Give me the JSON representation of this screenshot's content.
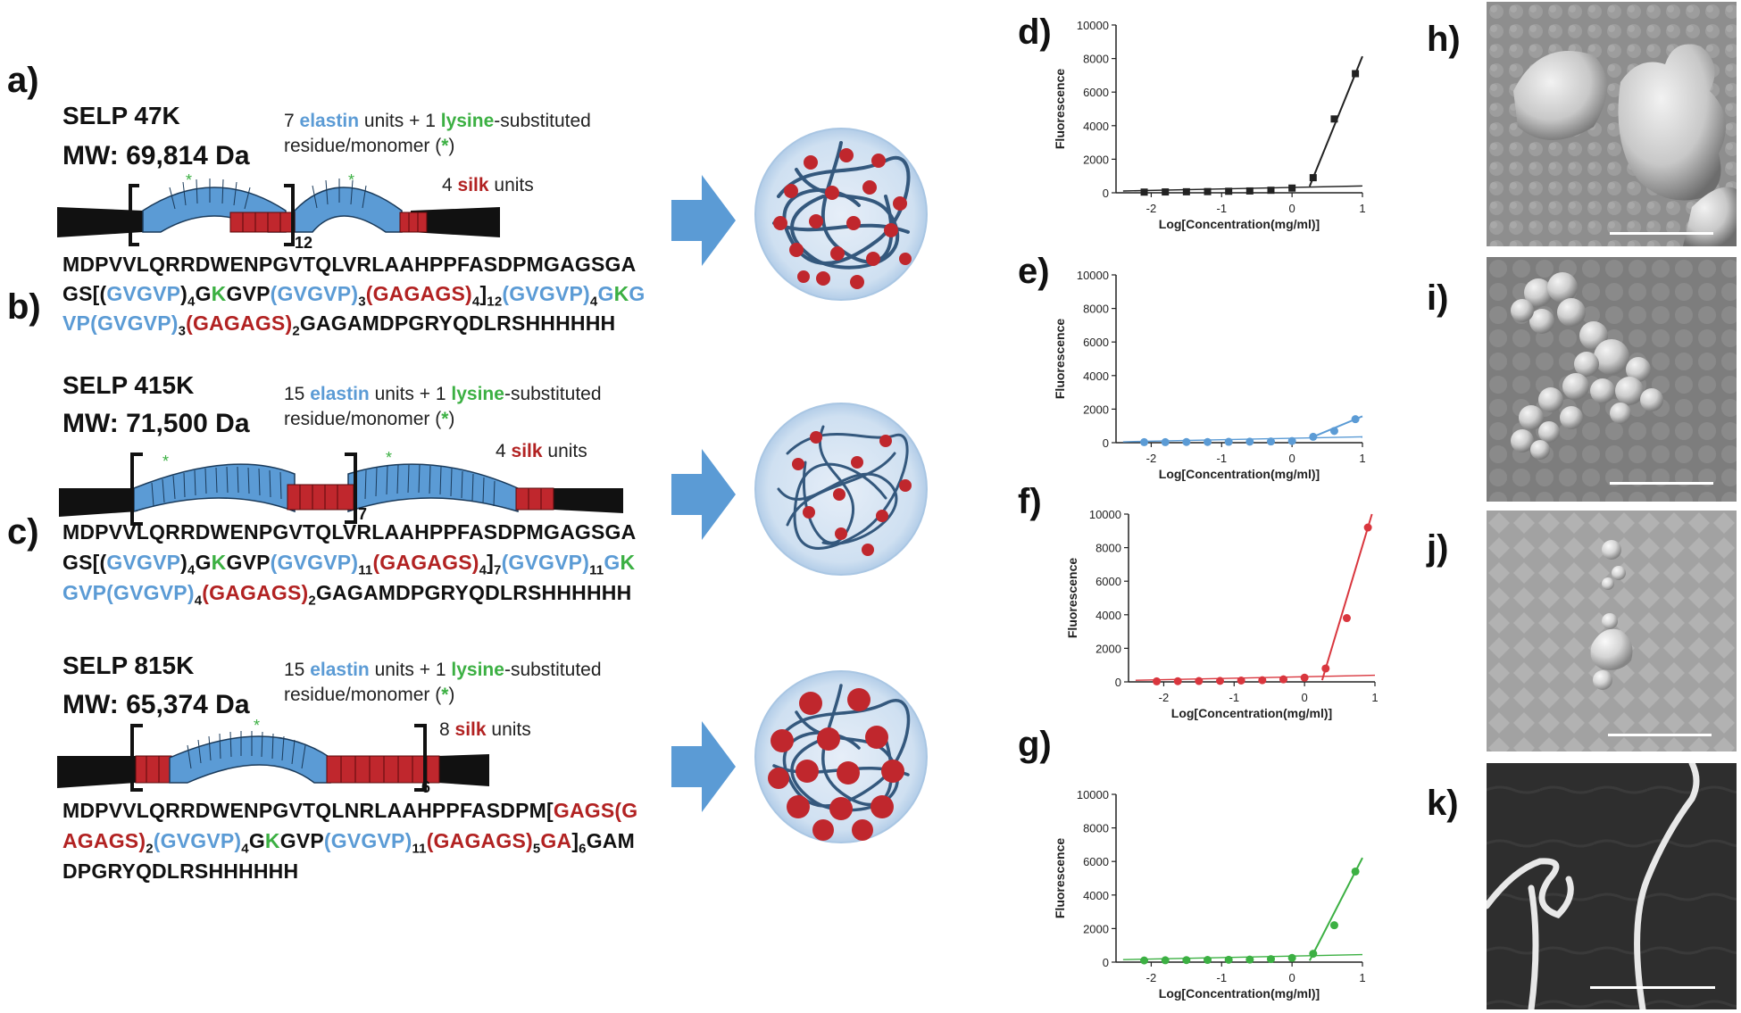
{
  "panels": {
    "a": {
      "letter": "a)",
      "name": "SELP 47K",
      "mw": "MW: 69,814 Da",
      "desc_n": "7",
      "desc_elastin": "elastin",
      "desc_mid": "units + 1",
      "desc_lysine": "lysine",
      "desc_tail": "-substituted",
      "desc_line2": "residue/monomer (",
      "desc_star": "*",
      "desc_close": ")",
      "silk_n": "4",
      "silk_word": "silk",
      "silk_units": "units",
      "repeat": "12"
    },
    "b": {
      "letter": "b)",
      "name": "SELP 415K",
      "mw": "MW: 71,500 Da",
      "desc_n": "15",
      "desc_elastin": "elastin",
      "desc_mid": "units + 1",
      "desc_lysine": "lysine",
      "desc_tail": "-substituted",
      "desc_line2": "residue/monomer (",
      "desc_star": "*",
      "desc_close": ")",
      "silk_n": "4",
      "silk_word": "silk",
      "silk_units": "units",
      "repeat": "7"
    },
    "c": {
      "letter": "c)",
      "name": "SELP 815K",
      "mw": "MW: 65,374 Da",
      "desc_n": "15",
      "desc_elastin": "elastin",
      "desc_mid": "units + 1",
      "desc_lysine": "lysine",
      "desc_tail": "-substituted",
      "desc_line2": "residue/monomer (",
      "desc_star": "*",
      "desc_close": ")",
      "silk_n": "8",
      "silk_word": "silk",
      "silk_units": "units",
      "repeat": "6"
    }
  },
  "sequences": {
    "a1": "MDPVVLQRRDWENPGVTQLVRLAAHPPFASDPMGAGSGA",
    "a2_1": "GS[(",
    "a2_2": "GVGVP",
    "a2_3": ")",
    "a2_4": "4",
    "a2_5": "G",
    "a2_6": "K",
    "a2_7": "GVP",
    "a2_8": "(GVGVP)",
    "a2_9": "3",
    "a2_10": "(GAGAGS)",
    "a2_11": "4",
    "a2_12": "]",
    "a2_13": "12",
    "a2_14": "(GVGVP)",
    "a2_15": "4",
    "a2_16": "G",
    "a2_17": "K",
    "a2_18": "G",
    "a3_1": "VP",
    "a3_2": "(GVGVP)",
    "a3_3": "3",
    "a3_4": "(GAGAGS)",
    "a3_5": "2",
    "a3_6": "GAGAMDPGRYQDLRSHHHHHH",
    "b1": "MDPVVLQRRDWENPGVTQLVRLAAHPPFASDPMGAGSGA",
    "b2_1": "GS[(",
    "b2_2": "GVGVP",
    "b2_3": ")",
    "b2_4": "4",
    "b2_5": "G",
    "b2_6": "K",
    "b2_7": "GVP",
    "b2_8": "(GVGVP)",
    "b2_9": "11",
    "b2_10": "(GAGAGS)",
    "b2_11": "4",
    "b2_12": "]",
    "b2_13": "7",
    "b2_14": "(GVGVP)",
    "b2_15": "11",
    "b2_16": "G",
    "b2_17": "K",
    "b3_1": "GVP",
    "b3_2": "(GVGVP)",
    "b3_3": "4",
    "b3_4": "(GAGAGS)",
    "b3_5": "2",
    "b3_6": "GAGAMDPGRYQDLRSHHHHHH",
    "c1_1": "MDPVVLQRRDWENPGVTQLNRLAAHPPFASDPM[",
    "c1_2": "GAGS(G",
    "c2_1": "AGAGS)",
    "c2_2": "2",
    "c2_3": "(GVGVP)",
    "c2_4": "4",
    "c2_5": "G",
    "c2_6": "K",
    "c2_7": "GVP",
    "c2_8": "(GVGVP)",
    "c2_9": "11",
    "c2_10": "(GAGAGS)",
    "c2_11": "5",
    "c2_12": "GA",
    "c2_13": "]",
    "c2_14": "6",
    "c2_15": "GAM",
    "c3": "DPGRYQDLRSHHHHHH"
  },
  "plot_letters": {
    "d": "d)",
    "e": "e)",
    "f": "f)",
    "g": "g)"
  },
  "sem_letters": {
    "h": "h)",
    "i": "i)",
    "j": "j)",
    "k": "k)"
  },
  "colors": {
    "elastin": "#5b9bd5",
    "lysine": "#3cb043",
    "silk": "#b22222",
    "arrow": "#5b9bd5",
    "plot_d": "#222222",
    "plot_e": "#5b9bd5",
    "plot_f": "#d9363e",
    "plot_g": "#3cb043"
  },
  "chart_data": [
    {
      "type": "line",
      "panel": "d",
      "xlabel": "Log[Concentration(mg/ml)]",
      "ylabel": "Fluorescence",
      "xlim": [
        -2.5,
        1
      ],
      "ylim": [
        0,
        10000
      ],
      "xticks": [
        -2,
        -1,
        0,
        1
      ],
      "yticks": [
        0,
        2000,
        4000,
        6000,
        8000,
        10000
      ],
      "series": [
        {
          "x": [
            -2.1,
            -1.8,
            -1.5,
            -1.2,
            -0.9,
            -0.6,
            -0.3,
            0.0,
            0.3,
            0.6,
            0.9
          ],
          "y": [
            40,
            50,
            60,
            70,
            90,
            110,
            150,
            280,
            900,
            4400,
            7100
          ]
        }
      ]
    },
    {
      "type": "line",
      "panel": "e",
      "xlabel": "Log[Concentration(mg/ml)]",
      "ylabel": "Fluorescence",
      "xlim": [
        -2.5,
        1
      ],
      "ylim": [
        0,
        10000
      ],
      "xticks": [
        -2,
        -1,
        0,
        1
      ],
      "yticks": [
        0,
        2000,
        4000,
        6000,
        8000,
        10000
      ],
      "series": [
        {
          "x": [
            -2.1,
            -1.8,
            -1.5,
            -1.2,
            -0.9,
            -0.6,
            -0.3,
            0.0,
            0.3,
            0.6,
            0.9
          ],
          "y": [
            30,
            30,
            40,
            40,
            50,
            60,
            70,
            100,
            350,
            700,
            1400
          ]
        }
      ]
    },
    {
      "type": "line",
      "panel": "f",
      "xlabel": "Log[Concentration(mg/ml)]",
      "ylabel": "Fluorescence",
      "xlim": [
        -2.5,
        1
      ],
      "ylim": [
        0,
        10000
      ],
      "xticks": [
        -2,
        -1,
        0,
        1
      ],
      "yticks": [
        0,
        2000,
        4000,
        6000,
        8000,
        10000
      ],
      "series": [
        {
          "x": [
            -2.1,
            -1.8,
            -1.5,
            -1.2,
            -0.9,
            -0.6,
            -0.3,
            0.0,
            0.3,
            0.6,
            0.9
          ],
          "y": [
            30,
            40,
            50,
            60,
            80,
            100,
            150,
            250,
            800,
            3800,
            9200
          ]
        }
      ]
    },
    {
      "type": "line",
      "panel": "g",
      "xlabel": "Log[Concentration(mg/ml)]",
      "ylabel": "Fluorescence",
      "xlim": [
        -2.5,
        1
      ],
      "ylim": [
        0,
        10000
      ],
      "xticks": [
        -2,
        -1,
        0,
        1
      ],
      "yticks": [
        0,
        2000,
        4000,
        6000,
        8000,
        10000
      ],
      "series": [
        {
          "x": [
            -2.1,
            -1.8,
            -1.5,
            -1.2,
            -0.9,
            -0.6,
            -0.3,
            0.0,
            0.3,
            0.6,
            0.9
          ],
          "y": [
            100,
            110,
            120,
            130,
            140,
            150,
            180,
            250,
            500,
            2200,
            5400
          ]
        }
      ]
    }
  ]
}
